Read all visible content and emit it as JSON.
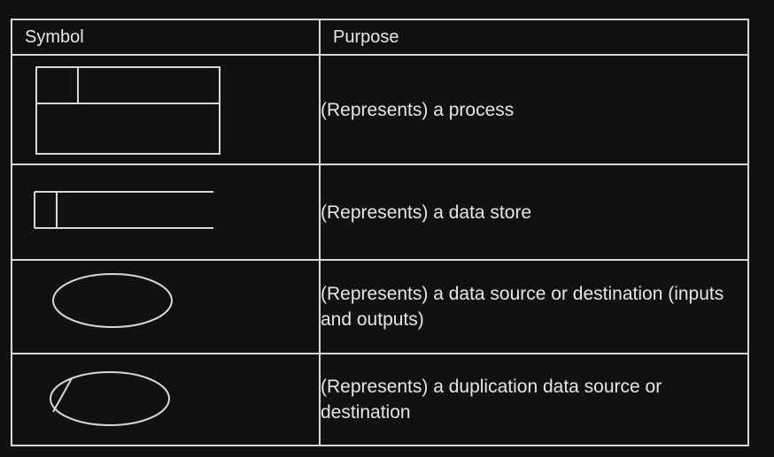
{
  "table": {
    "headers": {
      "symbol": "Symbol",
      "purpose": "Purpose"
    },
    "rows": [
      {
        "symbol_icon": "process-rectangle-icon",
        "purpose": "(Represents) a process"
      },
      {
        "symbol_icon": "data-store-icon",
        "purpose": "(Represents) a data store"
      },
      {
        "symbol_icon": "data-source-ellipse-icon",
        "purpose": "(Represents) a data source or destination (inputs and outputs)"
      },
      {
        "symbol_icon": "duplicate-data-source-ellipse-icon",
        "purpose": "(Represents) a duplication data source or destination"
      }
    ]
  },
  "colors": {
    "background": "#111111",
    "lines": "#d8d8d8",
    "text": "#e6e6e6"
  }
}
